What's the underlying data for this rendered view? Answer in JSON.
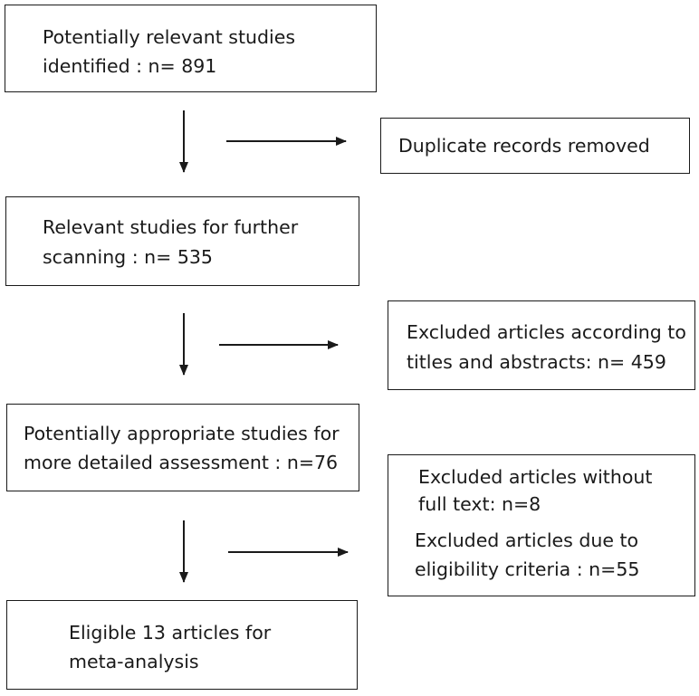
{
  "flow": {
    "identified": {
      "line1": "Potentially relevant studies",
      "line2": "identified  : n= 891"
    },
    "duplicates": {
      "line1": "Duplicate records removed"
    },
    "scanning": {
      "line1": "Relevant studies for further",
      "line2": "scanning : n= 535"
    },
    "excluded_titles": {
      "line1": "Excluded articles according to",
      "line2": "titles and abstracts: n= 459"
    },
    "assessment": {
      "line1": "Potentially appropriate studies for",
      "line2": "more detailed assessment : n=76"
    },
    "excluded_fulltext": {
      "a_line1": "Excluded articles without",
      "a_line2": "full text: n=8",
      "b_line1": "Excluded articles due to",
      "b_line2": "eligibility criteria : n=55"
    },
    "eligible": {
      "line1": "Eligible 13 articles for",
      "line2": "meta-analysis"
    }
  }
}
